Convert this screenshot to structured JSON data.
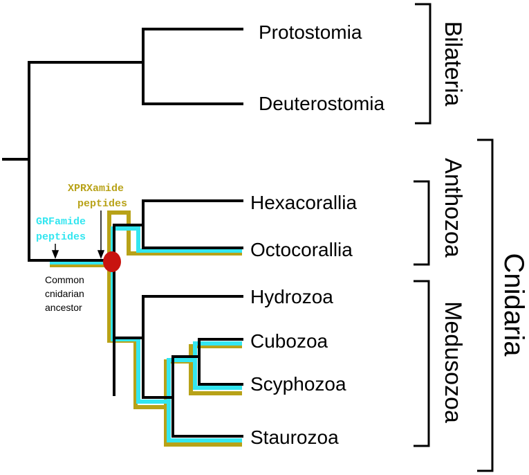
{
  "taxa": {
    "protostomia": "Protostomia",
    "deuterostomia": "Deuterostomia",
    "hexacorallia": "Hexacorallia",
    "octocorallia": "Octocorallia",
    "hydrozoa": "Hydrozoa",
    "cubozoa": "Cubozoa",
    "scyphozoa": "Scyphozoa",
    "staurozoa": "Staurozoa"
  },
  "clades": {
    "bilateria": "Bilateria",
    "anthozoa": "Anthozoa",
    "medusozoa": "Medusozoa",
    "cnidaria": "Cnidaria"
  },
  "peptides": {
    "xprx_line1": "XPRXamide",
    "xprx_line2": "peptides",
    "grf_line1": "GRFamide",
    "grf_line2": "peptides"
  },
  "ancestor": {
    "line1": "Common",
    "line2": "cnidarian",
    "line3": "ancestor"
  },
  "colors": {
    "tree": "#000000",
    "grfamide": "#33e6f0",
    "xprxamide": "#b8a218",
    "ancestor_node": "#c8140f"
  }
}
